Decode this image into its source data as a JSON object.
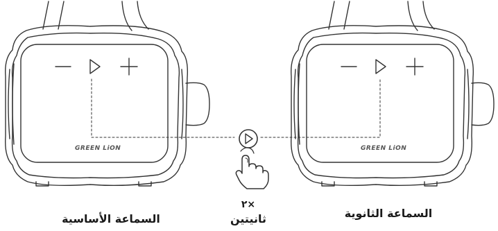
{
  "speakers": {
    "primary": {
      "label": "السماعة الأساسية",
      "brand": "GREEN LiON"
    },
    "secondary": {
      "label": "السماعة الثانوية",
      "brand": "GREEN LiON"
    }
  },
  "action": {
    "count": "٢×",
    "duration": "ثانيتين",
    "button_icon": "play-icon",
    "gesture_icon": "hand-pointer-icon"
  }
}
